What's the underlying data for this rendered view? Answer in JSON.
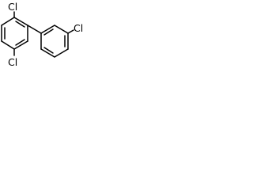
{
  "molecule": {
    "atoms": [
      {
        "id": "cl_top",
        "symbol": "Cl"
      },
      {
        "id": "cl_bottom",
        "symbol": "Cl"
      },
      {
        "id": "cl_right",
        "symbol": "Cl"
      }
    ]
  },
  "colors": {
    "bond": "#000000",
    "label": "#000000",
    "background": "#ffffff"
  }
}
